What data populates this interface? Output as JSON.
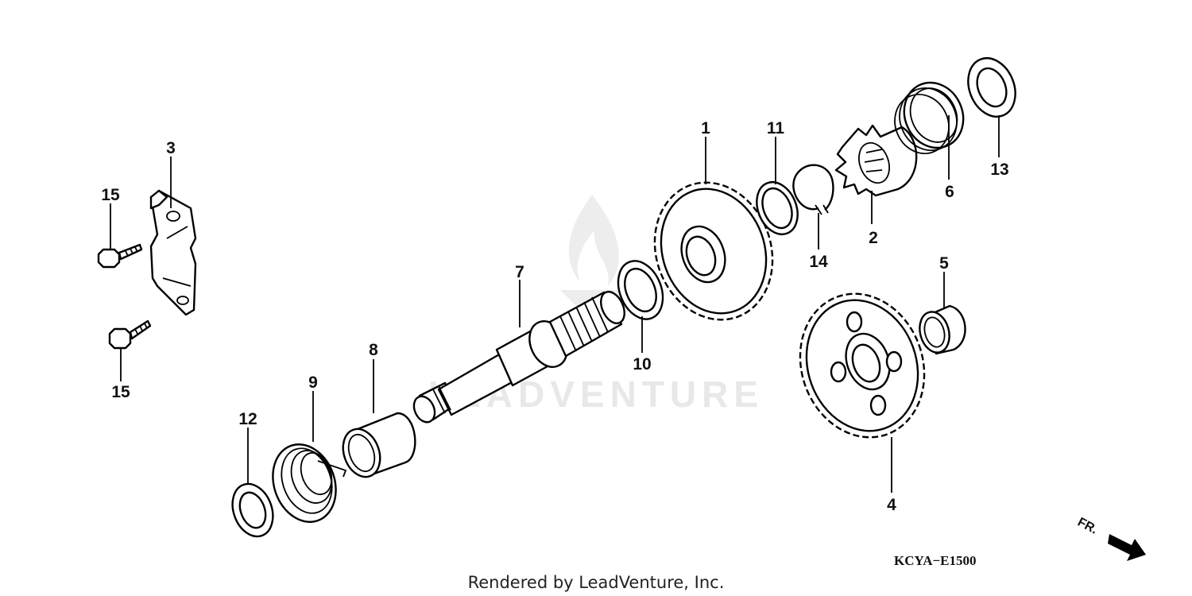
{
  "diagram": {
    "code": "KCYA−E1500",
    "credit": "Rendered by LeadVenture, Inc.",
    "watermark": "LEADVENTURE",
    "direction_label": "FR.",
    "callouts": [
      "1",
      "2",
      "3",
      "4",
      "5",
      "6",
      "7",
      "8",
      "9",
      "10",
      "11",
      "12",
      "13",
      "14",
      "15",
      "15"
    ]
  }
}
